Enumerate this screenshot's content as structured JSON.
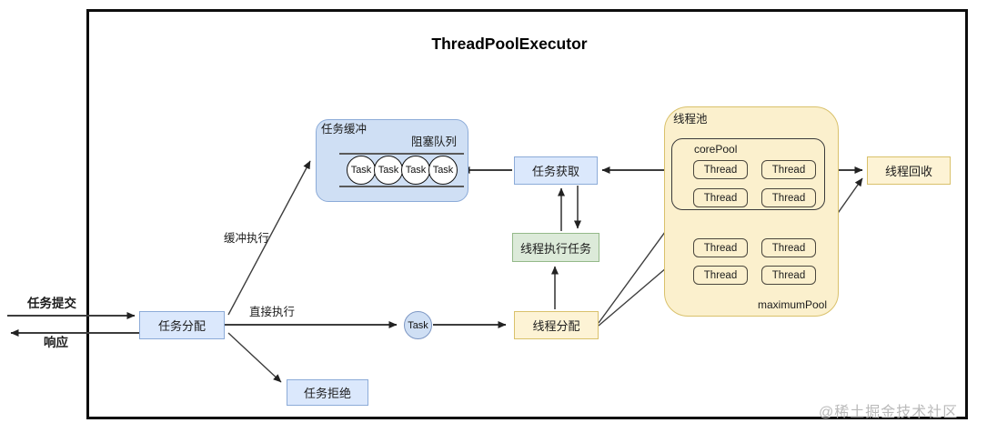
{
  "header": {
    "title": "ThreadPoolExecutor"
  },
  "external": {
    "submit_label": "任务提交",
    "response_label": "响应"
  },
  "nodes": {
    "task_dispatch": "任务分配",
    "task_reject": "任务拒绝",
    "task_fetch": "任务获取",
    "thread_execute": "线程执行任务",
    "thread_dispatch": "线程分配",
    "thread_recycle": "线程回收",
    "single_task": "Task"
  },
  "edges": {
    "buffered_execution": "缓冲执行",
    "direct_execution": "直接执行"
  },
  "buffer": {
    "label": "任务缓冲",
    "queue_label": "阻塞队列",
    "tasks": [
      "Task",
      "Task",
      "Task",
      "Task"
    ]
  },
  "pool": {
    "label": "线程池",
    "core": {
      "label": "corePool",
      "threads": [
        "Thread",
        "Thread",
        "Thread",
        "Thread"
      ]
    },
    "maximum": {
      "label": "maximumPool",
      "threads": [
        "Thread",
        "Thread",
        "Thread",
        "Thread"
      ]
    }
  },
  "watermark": "@稀土掘金技术社区",
  "colors": {
    "blue_fill": "#dbe8fc",
    "buffer_fill": "#cfdff4",
    "blue_border": "#8cabd8",
    "green_fill": "#dcead9",
    "green_border": "#94b989",
    "yellow_fill": "#fdf3d5",
    "pool_fill": "#fbf0cd",
    "yellow_border": "#d9c16b",
    "line": "#3d3d3d"
  }
}
